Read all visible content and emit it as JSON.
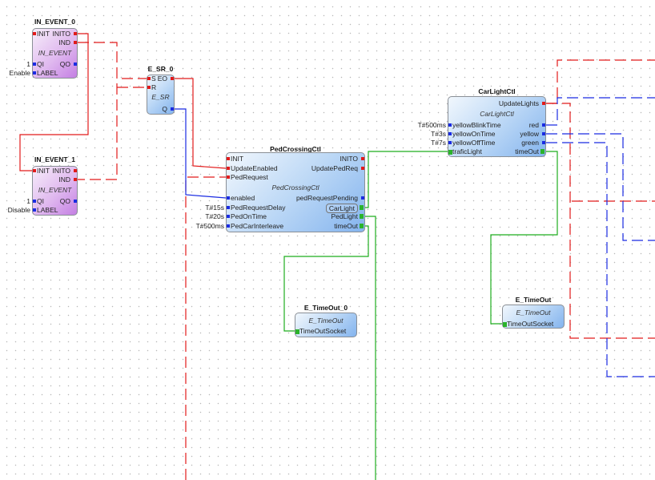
{
  "colors": {
    "event": "#e21a1a",
    "data": "#1a2be2",
    "adapter": "#1fae1f",
    "block_event": "#c47fe3",
    "block_fb": "#84b4ee"
  },
  "blocks": [
    {
      "id": "in_event_0",
      "name": "IN_EVENT_0",
      "type": "IN_EVENT",
      "style": "purple",
      "inputs": [
        {
          "label": "INIT",
          "kind": "event"
        },
        {
          "label": "QI",
          "kind": "data",
          "value": "1"
        },
        {
          "label": "LABEL",
          "kind": "data",
          "value": "Enable"
        }
      ],
      "outputs": [
        {
          "label": "INITO",
          "kind": "event"
        },
        {
          "label": "IND",
          "kind": "event"
        },
        {
          "label": "QO",
          "kind": "data"
        }
      ]
    },
    {
      "id": "in_event_1",
      "name": "IN_EVENT_1",
      "type": "IN_EVENT",
      "style": "purple",
      "inputs": [
        {
          "label": "INIT",
          "kind": "event"
        },
        {
          "label": "QI",
          "kind": "data",
          "value": "1"
        },
        {
          "label": "LABEL",
          "kind": "data",
          "value": "Disable"
        }
      ],
      "outputs": [
        {
          "label": "INITO",
          "kind": "event"
        },
        {
          "label": "IND",
          "kind": "event"
        },
        {
          "label": "QO",
          "kind": "data"
        }
      ]
    },
    {
      "id": "e_sr_0",
      "name": "E_SR_0",
      "type": "E_SR",
      "style": "blue",
      "inputs": [
        {
          "label": "S",
          "kind": "event"
        },
        {
          "label": "R",
          "kind": "event"
        }
      ],
      "outputs": [
        {
          "label": "EO",
          "kind": "event"
        },
        {
          "label": "Q",
          "kind": "data"
        }
      ]
    },
    {
      "id": "pedcrossingctl",
      "name": "PedCrossingCtl",
      "type": "PedCrossingCtl",
      "style": "blue",
      "inputs": [
        {
          "label": "INIT",
          "kind": "event"
        },
        {
          "label": "UpdateEnabled",
          "kind": "event"
        },
        {
          "label": "PedRequest",
          "kind": "event"
        },
        {
          "label": "enabled",
          "kind": "data"
        },
        {
          "label": "PedRequestDelay",
          "kind": "data",
          "value": "T#15s"
        },
        {
          "label": "PedOnTime",
          "kind": "data",
          "value": "T#20s"
        },
        {
          "label": "PedCarInterleave",
          "kind": "data",
          "value": "T#500ms"
        }
      ],
      "outputs": [
        {
          "label": "INITO",
          "kind": "event"
        },
        {
          "label": "UpdatePedReq",
          "kind": "event"
        },
        {
          "label": "pedRequestPending",
          "kind": "data"
        },
        {
          "label": "CarLight",
          "kind": "adapter"
        },
        {
          "label": "PedLight",
          "kind": "adapter"
        },
        {
          "label": "timeOut",
          "kind": "adapter"
        }
      ]
    },
    {
      "id": "carlightctl",
      "name": "CarLightCtl",
      "type": "CarLightCtl",
      "style": "blue",
      "inputs": [
        {
          "label": "yellowBlinkTime",
          "kind": "data",
          "value": "T#500ms"
        },
        {
          "label": "yellowOnTime",
          "kind": "data",
          "value": "T#3s"
        },
        {
          "label": "yellowOffTime",
          "kind": "data",
          "value": "T#7s"
        },
        {
          "label": "traficLight",
          "kind": "adapter"
        }
      ],
      "outputs": [
        {
          "label": "UpdateLights",
          "kind": "event"
        },
        {
          "label": "red",
          "kind": "data"
        },
        {
          "label": "yellow",
          "kind": "data"
        },
        {
          "label": "green",
          "kind": "data"
        },
        {
          "label": "timeOut",
          "kind": "adapter"
        }
      ]
    },
    {
      "id": "e_timeout_0",
      "name": "E_TimeOut_0",
      "type": "E_TimeOut",
      "style": "blue",
      "inputs": [
        {
          "label": "TimeOutSocket",
          "kind": "adapter"
        }
      ],
      "outputs": []
    },
    {
      "id": "e_timeout",
      "name": "E_TimeOut",
      "type": "E_TimeOut",
      "style": "blue",
      "inputs": [
        {
          "label": "TimeOutSocket",
          "kind": "adapter"
        }
      ],
      "outputs": []
    }
  ]
}
